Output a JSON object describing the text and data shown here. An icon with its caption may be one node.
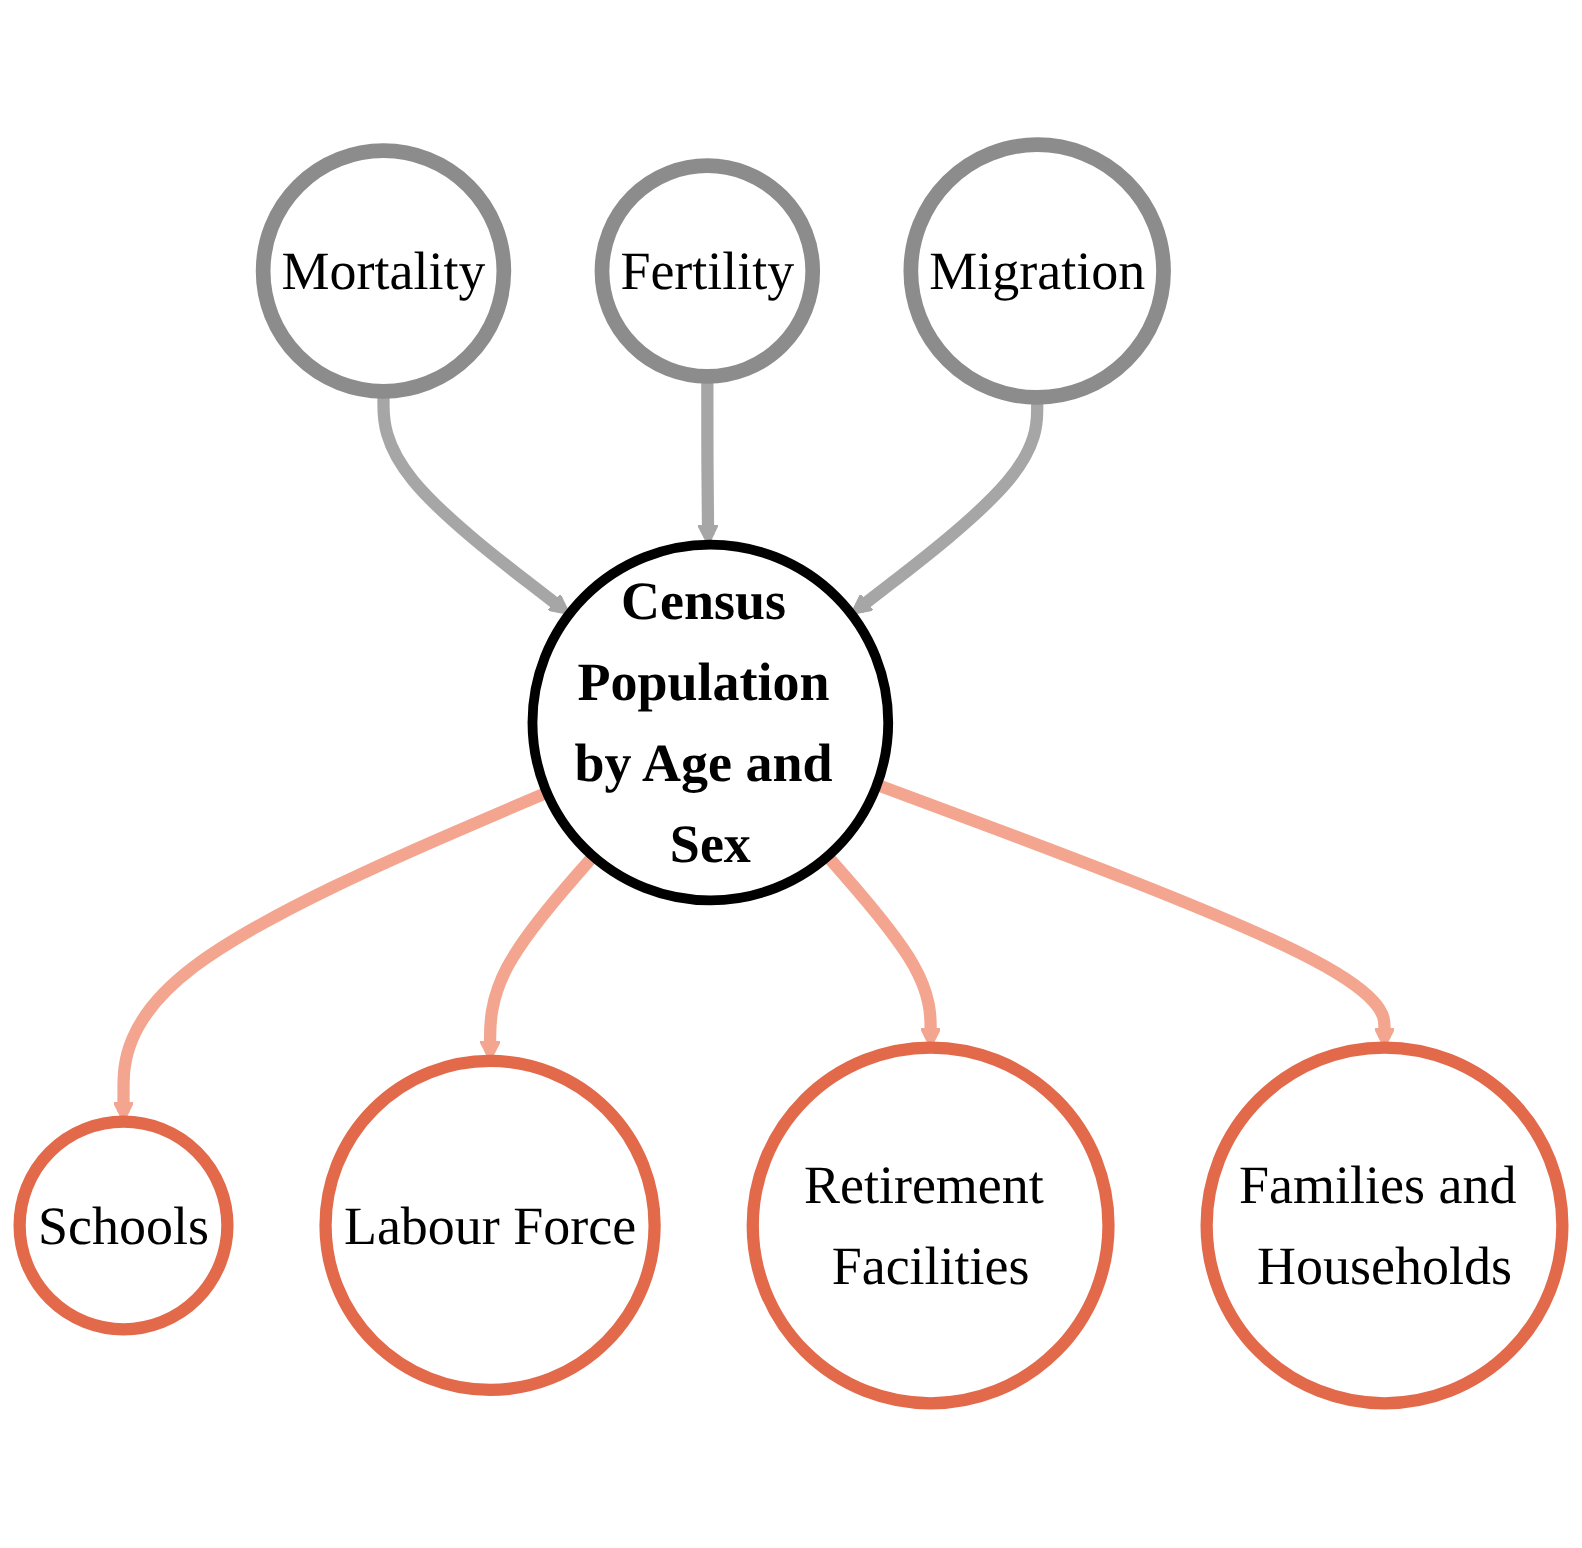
{
  "diagram": {
    "nodes": [
      {
        "text": [
          "Mortality"
        ]
      },
      {
        "text": [
          "Fertility"
        ]
      },
      {
        "text": [
          "Migration"
        ]
      },
      {
        "text": [
          "Census Population by Age and Sex"
        ]
      },
      {
        "text": [
          "Schools"
        ]
      },
      {
        "text": [
          "Labour Force"
        ]
      },
      {
        "text": [
          "Retirement Facilities"
        ]
      },
      {
        "text": [
          "Families and Households"
        ]
      }
    ],
    "edges": [
      {
        "from": 0,
        "to": 3,
        "arrow": "to",
        "color": "#a6a6a6"
      },
      {
        "from": 1,
        "to": 3,
        "arrow": "to",
        "color": "#a6a6a6"
      },
      {
        "from": 2,
        "to": 3,
        "arrow": "to",
        "color": "#a6a6a6"
      },
      {
        "from": 3,
        "to": 4,
        "arrow": "to"
      },
      {
        "from": 3,
        "to": 5,
        "arrow": "to"
      },
      {
        "from": 3,
        "to": 6,
        "arrow": "to"
      },
      {
        "from": 3,
        "to": 7,
        "arrow": "to"
      }
    ]
  }
}
